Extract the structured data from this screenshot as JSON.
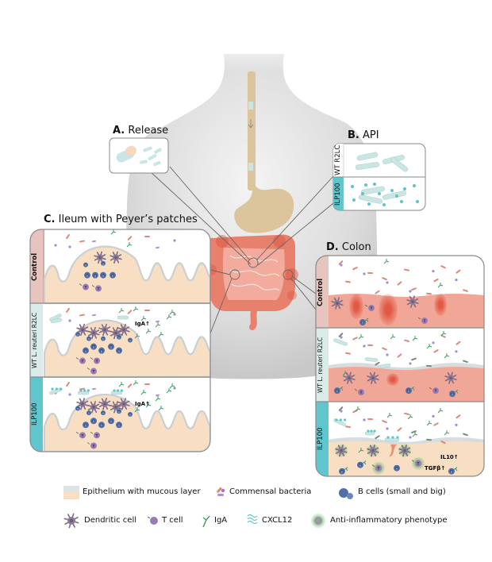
{
  "panels": {
    "A": {
      "letter": "A.",
      "title": "Release"
    },
    "B": {
      "letter": "B.",
      "title": "API",
      "rows": [
        "WT R2LC",
        "ILP100"
      ]
    },
    "C": {
      "letter": "C.",
      "title": "Ileum with Peyer’s patches",
      "rows": [
        {
          "label": "Control",
          "annotation": ""
        },
        {
          "label": "WT L. reuteri R2LC",
          "annotation": "IgA↑"
        },
        {
          "label": "ILP100",
          "annotation": "IgA↑"
        }
      ]
    },
    "D": {
      "letter": "D.",
      "title": "Colon",
      "rows": [
        {
          "label": "Control"
        },
        {
          "label": "WT L. reuteri R2LC"
        },
        {
          "label": "ILP100",
          "annotations": [
            "IL10↑",
            "TGFβ↑"
          ]
        }
      ]
    }
  },
  "cell_labels": {
    "t_cell": "T",
    "b_cell": "B"
  },
  "legend": [
    {
      "icon": "epithelium-swatch-icon",
      "label": "Epithelium with mucous layer"
    },
    {
      "icon": "commensal-bacteria-icon",
      "label": "Commensal bacteria"
    },
    {
      "icon": "b-cell-icon",
      "label": "B cells (small and big)"
    },
    {
      "icon": "dendritic-cell-icon",
      "label": "Dendritic cell"
    },
    {
      "icon": "t-cell-icon",
      "label": "T cell"
    },
    {
      "icon": "iga-icon",
      "label": "IgA"
    },
    {
      "icon": "cxcl12-icon",
      "label": "CXCL12"
    },
    {
      "icon": "anti-inflammatory-icon",
      "label": "Anti-inflammatory phenotype"
    }
  ],
  "colors": {
    "frame": "#8a8a8a",
    "control_tab": "#e8c4be",
    "wt_tab": "#d9ecea",
    "ilp_tab": "#5ec6cc",
    "tissue_peach": "#f8dfc4",
    "tissue_inflamed": "#f0a797",
    "intestine": "#e8806e",
    "esophagus": "#dcc49c",
    "bacteria_rod": "#c9e6e4",
    "cxcl12": "#5fc5c2",
    "iga": "#3d9b62",
    "b_cell": "#4f6fa6",
    "t_cell": "#9a7bb5",
    "dendritic": "#7c6a86"
  }
}
